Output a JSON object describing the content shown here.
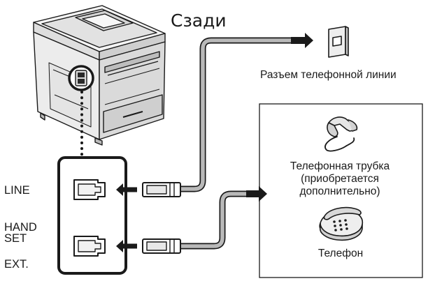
{
  "labels": {
    "rear": "Сзади",
    "wall_jack": "Разъем телефонной линии",
    "handset_line1": "Телефонная трубка",
    "handset_line2": "(приобретается",
    "handset_line3": "дополнительно)",
    "telephone": "Телефон",
    "port_line": "LINE",
    "port_hand": "HAND",
    "port_set": "SET",
    "port_ext": "EXT."
  },
  "icons": {
    "printer": "printer-icon",
    "wall_jack": "wall-jack-icon",
    "handset": "handset-icon",
    "telephone": "telephone-icon",
    "arrow": "arrow-right-icon",
    "plug": "rj11-plug-icon",
    "port": "rj11-port-icon"
  },
  "colors": {
    "line": "#1a1a1a",
    "cable_fill": "#b9b9b9",
    "device_fill": "#eeeeee",
    "shade": "#c6c6c6"
  }
}
